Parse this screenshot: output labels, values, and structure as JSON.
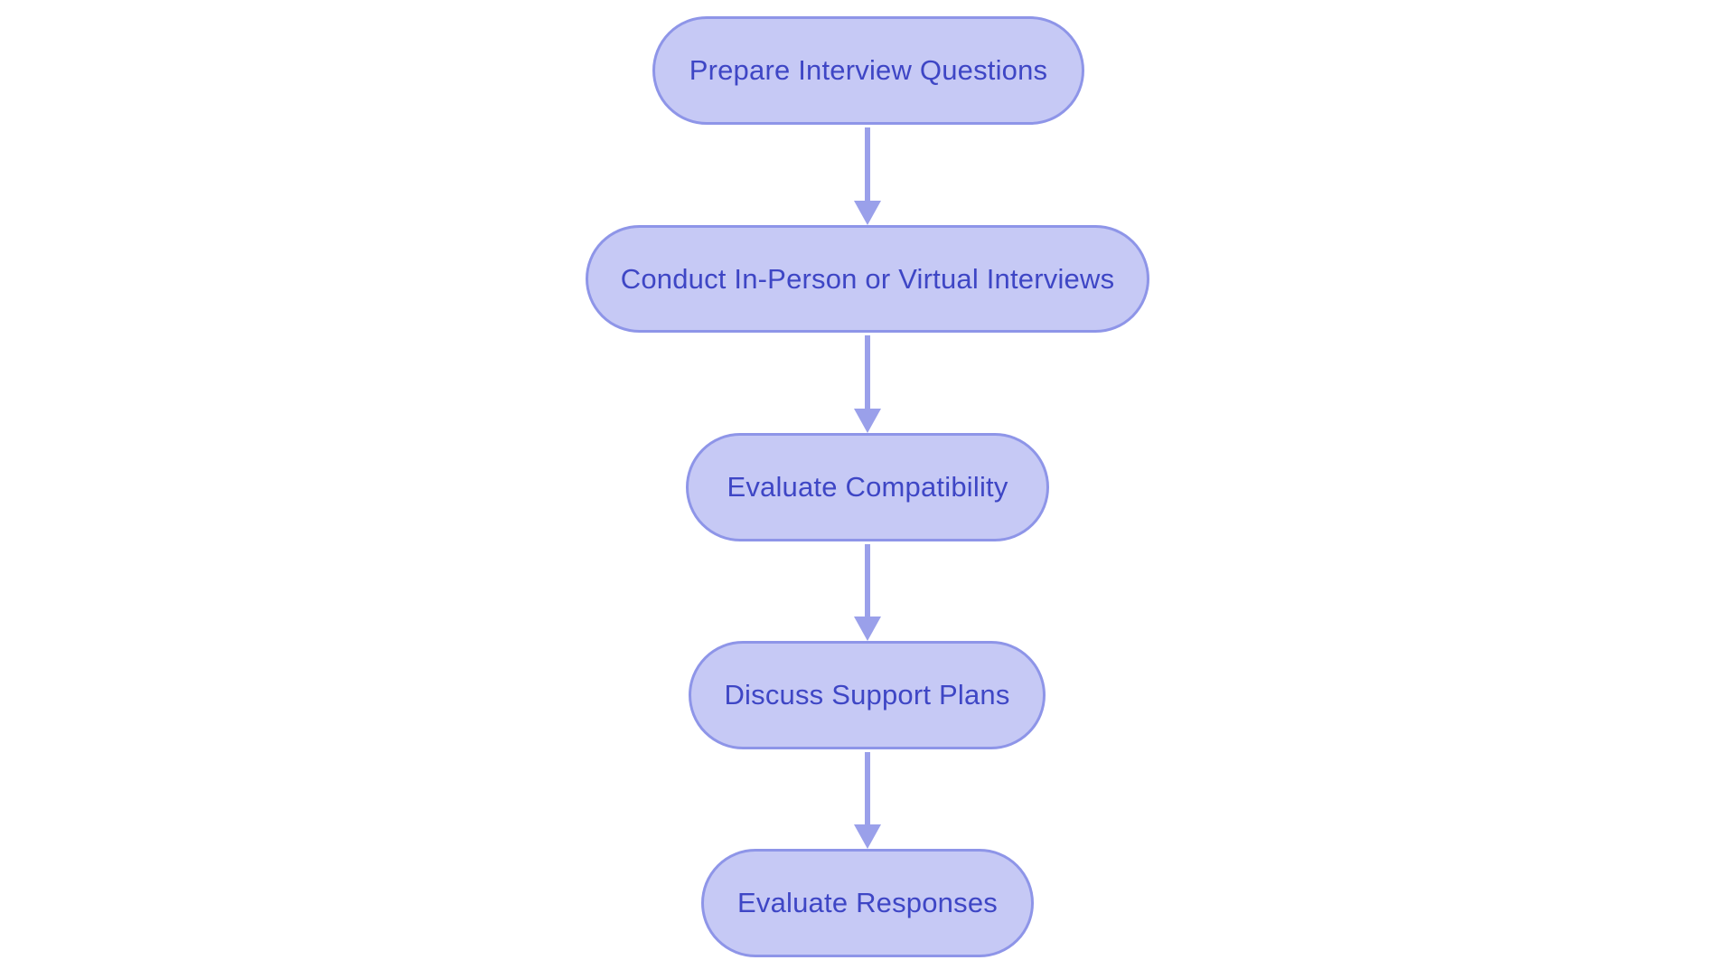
{
  "diagram": {
    "type": "flowchart",
    "direction": "top-down",
    "nodes": [
      {
        "id": "n1",
        "label": "Prepare Interview Questions"
      },
      {
        "id": "n2",
        "label": "Conduct In-Person or Virtual Interviews"
      },
      {
        "id": "n3",
        "label": "Evaluate Compatibility"
      },
      {
        "id": "n4",
        "label": "Discuss Support Plans"
      },
      {
        "id": "n5",
        "label": "Evaluate Responses"
      }
    ],
    "edges": [
      {
        "from": "n1",
        "to": "n2"
      },
      {
        "from": "n2",
        "to": "n3"
      },
      {
        "from": "n3",
        "to": "n4"
      },
      {
        "from": "n4",
        "to": "n5"
      }
    ],
    "colors": {
      "node_fill": "#c6c9f5",
      "node_border": "#8e95e8",
      "node_text": "#3e46c5",
      "arrow": "#9aa0ea",
      "background": "#ffffff"
    }
  }
}
